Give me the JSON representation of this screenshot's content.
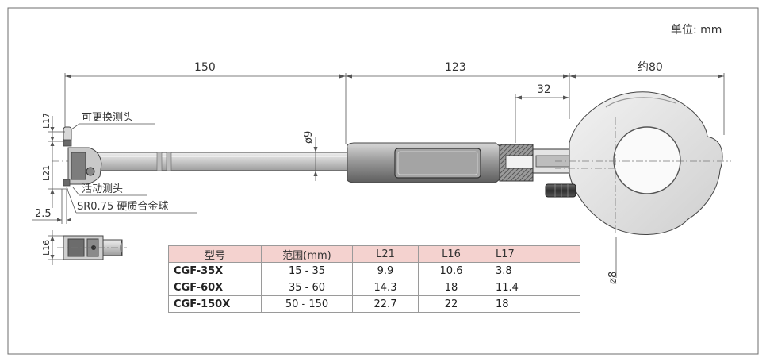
{
  "unit_label": "单位: mm",
  "dimensions": {
    "length_150": "150",
    "length_123": "123",
    "length_about80": "约80",
    "length_32": "32",
    "diameter_9": "ø9",
    "diameter_8": "ø8",
    "offset_2_5": "2.5",
    "label_L17": "L17",
    "label_L21": "L21",
    "label_L16": "L16"
  },
  "callouts": {
    "replaceable_anvil": "可更换测头",
    "movable_anvil": "活动测头",
    "carbide_ball": "SR0.75 硬质合金球"
  },
  "table": {
    "headers": [
      "型号",
      "范围(mm)",
      "L21",
      "L16",
      "L17"
    ],
    "rows": [
      {
        "model": "CGF-35X",
        "range": "15 - 35",
        "l21": "9.9",
        "l16": "10.6",
        "l17": "3.8"
      },
      {
        "model": "CGF-60X",
        "range": "35 - 60",
        "l21": "14.3",
        "l16": "18",
        "l17": "11.4"
      },
      {
        "model": "CGF-150X",
        "range": "50 - 150",
        "l21": "22.7",
        "l16": "22",
        "l17": "18"
      }
    ]
  },
  "colors": {
    "header_fill": "#f4d2cf",
    "frame": "#6d6d6d",
    "metal_light": "#e0e0e0",
    "metal_dark": "#3a3a3a"
  }
}
